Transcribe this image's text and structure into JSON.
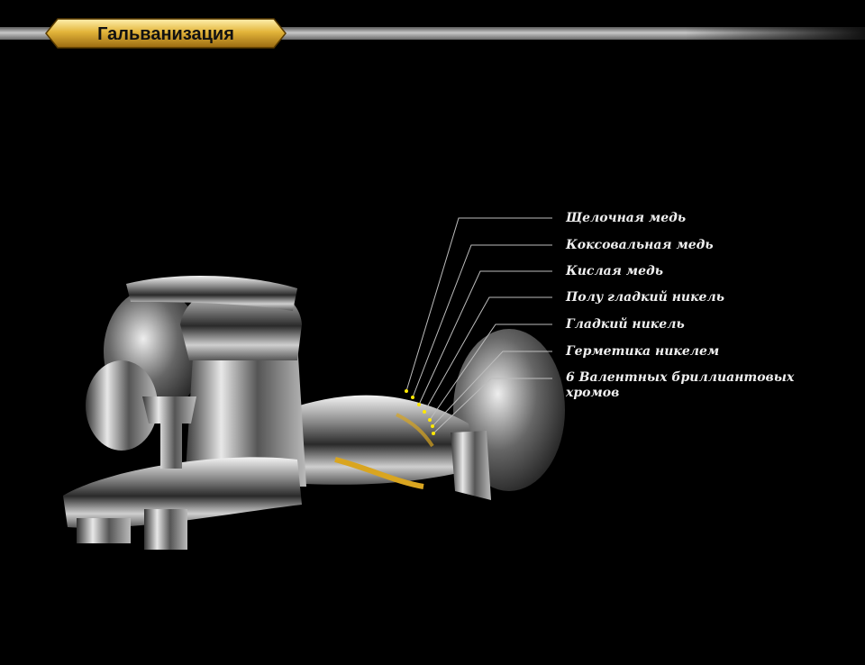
{
  "header": {
    "title": "Гальванизация"
  },
  "layers": [
    "Щелочная медь",
    "Коксовальная медь",
    "Кислая медь",
    "Полу гладкий никель",
    "Гладкий никель",
    "Герметика никелем",
    "6 Валентных бриллиантовых хромов"
  ],
  "colors": {
    "accent_gold": "#d9a520",
    "dot": "#ffe800",
    "line": "#bdbdbd"
  }
}
